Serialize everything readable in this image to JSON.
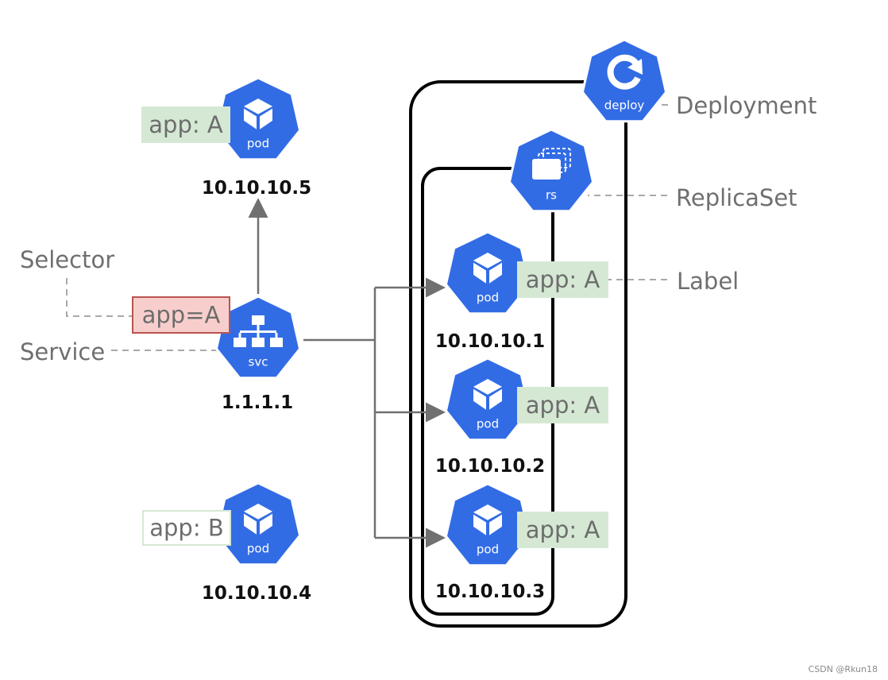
{
  "callouts": {
    "deployment": "Deployment",
    "replicaset": "ReplicaSet",
    "label": "Label",
    "selector": "Selector",
    "service": "Service"
  },
  "service": {
    "icon_text": "svc",
    "ip": "1.1.1.1",
    "selector_tag": "app=A"
  },
  "deploy": {
    "icon_text": "deploy"
  },
  "replicaset": {
    "icon_text": "rs"
  },
  "pods": [
    {
      "icon_text": "pod",
      "ip": "10.10.10.5",
      "label": "app: A"
    },
    {
      "icon_text": "pod",
      "ip": "10.10.10.4",
      "label": "app: B"
    },
    {
      "icon_text": "pod",
      "ip": "10.10.10.1",
      "label": "app: A"
    },
    {
      "icon_text": "pod",
      "ip": "10.10.10.2",
      "label": "app: A"
    },
    {
      "icon_text": "pod",
      "ip": "10.10.10.3",
      "label": "app: A"
    }
  ],
  "watermark": "CSDN @Rkun18",
  "colors": {
    "k8s_blue": "#326ce5",
    "label_green": "#d5e8d4",
    "selector_red_fill": "#f8cecc",
    "selector_red_border": "#b85450"
  }
}
